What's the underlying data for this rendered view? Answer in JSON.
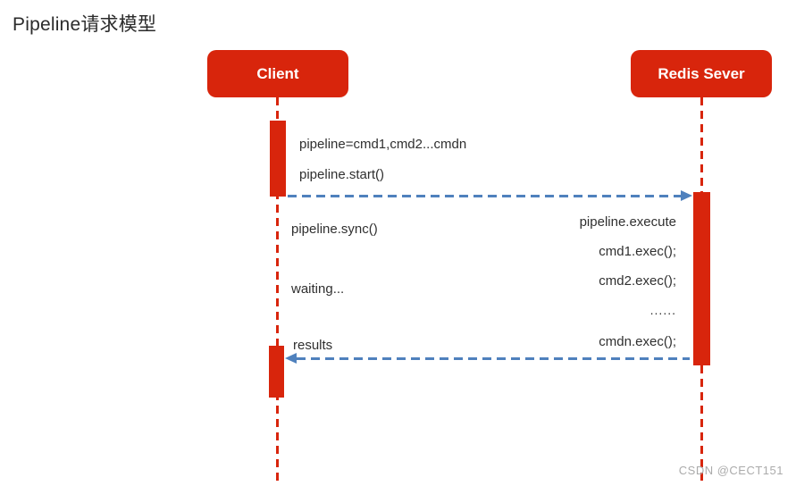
{
  "title": "Pipeline请求模型",
  "actors": {
    "client": "Client",
    "server": "Redis Sever"
  },
  "messages": {
    "pipeline_def": "pipeline=cmd1,cmd2...cmdn",
    "pipeline_start": "pipeline.start()",
    "pipeline_sync": "pipeline.sync()",
    "waiting": "waiting...",
    "results": "results",
    "pipeline_execute": "pipeline.execute",
    "cmd1_exec": "cmd1.exec();",
    "cmd2_exec": "cmd2.exec();",
    "ellipsis": "......",
    "cmdn_exec": "cmdn.exec();"
  },
  "arrows": [
    {
      "name": "request",
      "direction": "right",
      "from": "client",
      "to": "server",
      "style": "dashed"
    },
    {
      "name": "response",
      "direction": "left",
      "from": "server",
      "to": "client",
      "style": "dashed"
    }
  ],
  "watermark": "CSDN @CECT151",
  "colors": {
    "red": "#d8250c",
    "arrow_blue": "#4f81bd",
    "text": "#303030",
    "watermark_gray": "#ababab"
  }
}
